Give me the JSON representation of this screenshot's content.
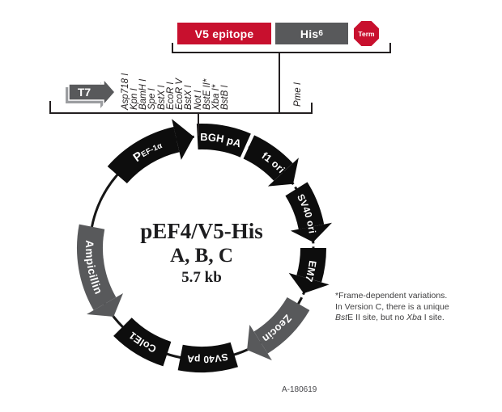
{
  "header": {
    "v5_label": "V5 epitope",
    "his_label": "His",
    "his_sub": "6",
    "term_label": "Term"
  },
  "t7_label": "T7",
  "sites": [
    "Asp718 I",
    "Kpn I",
    "BamH I",
    "Spe I",
    "BstX I",
    "EcoR I",
    "EcoR V",
    "BstX I",
    "Not I",
    "BstE II*",
    "Xba I*",
    "BstB I"
  ],
  "pme_site": "Pme I",
  "plasmid": {
    "title": "pEF4/V5-His",
    "variants": "A, B, C",
    "size": "5.7 kb",
    "segments": {
      "pef_big": "P",
      "pef_small": "EF-1α",
      "bgh_pa": "BGH pA",
      "f1_ori": "f1 ori",
      "sv40_ori": "SV40 ori",
      "em7": "EM7",
      "zeocin": "Zeocin",
      "sv40_pa": "SV40 pA",
      "cole1": "ColE1",
      "ampicillin": "Ampicillin"
    }
  },
  "note": {
    "line1": "*Frame-dependent variations.",
    "line2": "In Version C, there is a unique",
    "line3_italic1": "Bst",
    "line3_roman1": "E II site, but no ",
    "line3_italic2": "Xba",
    "line3_roman2": " I site."
  },
  "footer": {
    "doc_number": "A-180619"
  },
  "colors": {
    "accent_red": "#c8102e",
    "feature_gray": "#58595b",
    "feature_black": "#0d0d0d"
  }
}
